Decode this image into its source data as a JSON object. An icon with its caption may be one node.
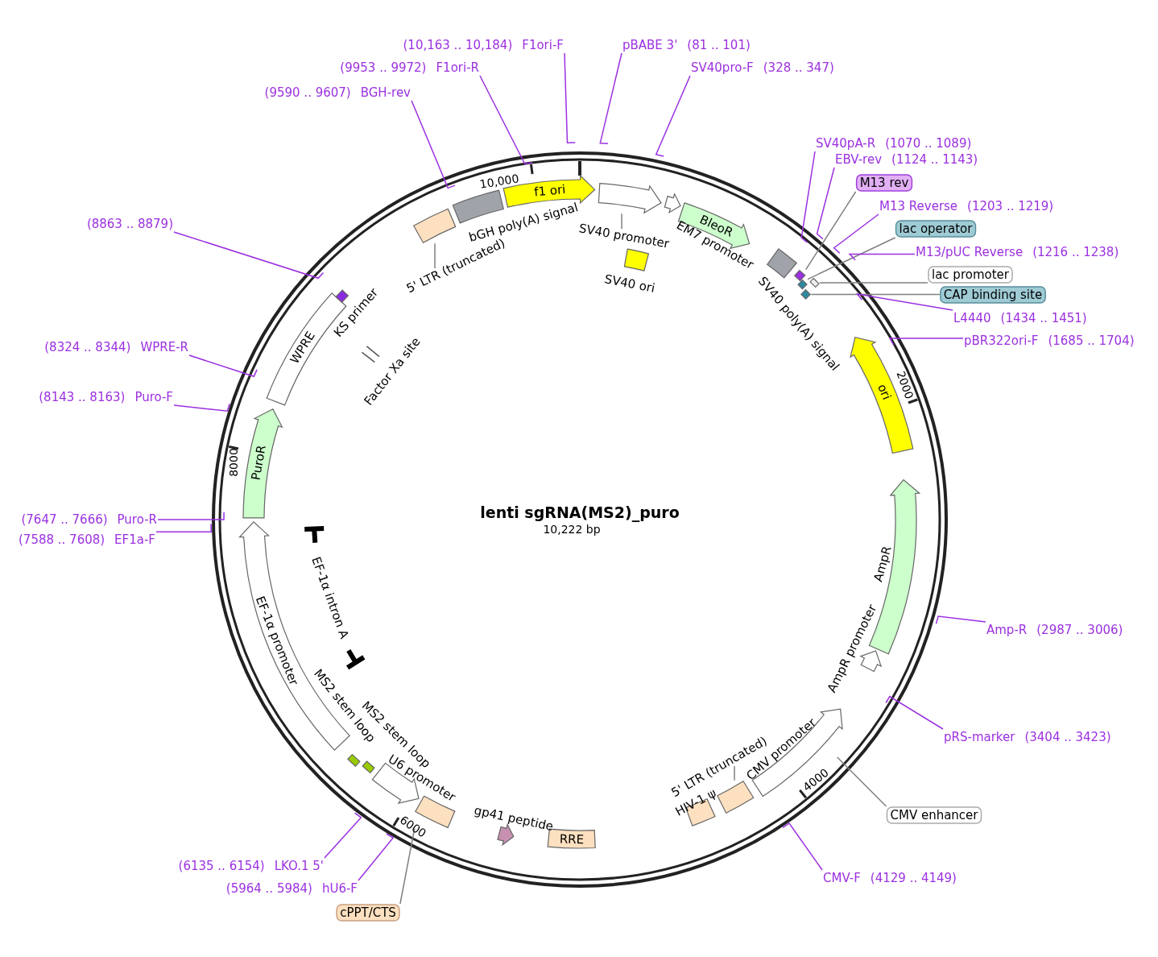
{
  "diagram": {
    "title": "lenti sgRNA(MS2)_puro",
    "nodes": [
      {
        "text": [
          "(10,163 .. 10,184)",
          "F1ori-F"
        ]
      },
      {
        "text": [
          "pBABE 3'",
          "(81 .. 101)"
        ]
      },
      {
        "text": [
          "(9953 .. 9972)",
          "F1ori-R"
        ]
      },
      {
        "text": [
          "SV40pro-F",
          "(328 .. 347)"
        ]
      },
      {
        "text": [
          "(9590 .. 9607)",
          "BGH-rev"
        ]
      },
      {
        "text": [
          "SV40pA-R",
          "(1070 .. 1089)"
        ]
      },
      {
        "text": [
          "EBV-rev",
          "(1124 .. 1143)"
        ]
      },
      {
        "text": [
          "M13 rev"
        ]
      },
      {
        "text": [
          "M13 Reverse",
          "(1203 .. 1219)"
        ]
      },
      {
        "text": [
          "(8863 .. 8879)"
        ]
      },
      {
        "text": [
          "lac operator"
        ]
      },
      {
        "text": [
          "M13/pUC Reverse",
          "(1216 .. 1238)"
        ]
      },
      {
        "text": [
          "lac promoter"
        ]
      },
      {
        "text": [
          "CAP binding site"
        ]
      },
      {
        "text": [
          "L4440",
          "(1434 .. 1451)"
        ]
      },
      {
        "text": [
          "pBR322ori-F",
          "(1685 .. 1704)"
        ]
      },
      {
        "text": [
          "(8324 .. 8344)",
          "WPRE-R"
        ]
      },
      {
        "text": [
          "(8143 .. 8163)",
          "Puro-F"
        ]
      },
      {
        "text": [
          "(7647 .. 7666)",
          "Puro-R"
        ]
      },
      {
        "text": [
          "(7588 .. 7608)",
          "EF1a-F"
        ]
      },
      {
        "text": [
          "Amp-R",
          "(2987 .. 3006)"
        ]
      },
      {
        "text": [
          "pRS-marker",
          "(3404 .. 3423)"
        ]
      },
      {
        "text": [
          "CMV enhancer"
        ]
      },
      {
        "text": [
          "(6135 .. 6154)",
          "LKO.1 5'"
        ]
      },
      {
        "text": [
          "CMV-F",
          "(4129 .. 4149)"
        ]
      },
      {
        "text": [
          "(5964 .. 5984)",
          "hU6-F"
        ]
      },
      {
        "text": [
          "cPPT/CTS"
        ]
      },
      {
        "text": [
          "5' LTR (truncated)"
        ]
      },
      {
        "text": [],
        "shape": "box"
      },
      {
        "text": [],
        "shape": "box",
        "beside": [
          "bGH poly(A) signal"
        ]
      },
      {
        "text": [
          "f1 ori"
        ]
      },
      {
        "text": [
          "SV40 promoter"
        ]
      },
      {
        "text": [],
        "shape": "arrow"
      },
      {
        "text": [],
        "shape": "arrow"
      },
      {
        "text": [
          "BleoR"
        ]
      },
      {
        "text": [],
        "shape": "box",
        "beside": [
          "SV40 ori"
        ]
      },
      {
        "text": [],
        "shape": "box",
        "beside": [
          "SV40 poly(A) signal"
        ]
      },
      {
        "text": [
          "ori"
        ]
      },
      {
        "text": [],
        "shape": "arrow",
        "beside": [
          "AmpR"
        ]
      },
      {
        "text": [],
        "shape": "arrow",
        "beside": [
          "AmpR promoter"
        ]
      },
      {
        "text": [],
        "shape": "arrow",
        "beside": [
          "CMV promoter"
        ]
      },
      {
        "text": [
          "5' LTR (truncated)"
        ]
      },
      {
        "text": [],
        "shape": "box"
      },
      {
        "text": [],
        "shape": "box",
        "beside": [
          "HIV-1 ψ"
        ]
      },
      {
        "text": [
          "RRE"
        ]
      },
      {
        "text": [],
        "shape": "arrow",
        "beside": [
          "gp41 peptide"
        ]
      },
      {
        "text": [],
        "shape": "box"
      },
      {
        "text": [],
        "shape": "arrow",
        "beside": [
          "U6 promoter"
        ]
      },
      {
        "text": [],
        "shape": "bar",
        "beside": [
          "MS2 stem loop"
        ]
      },
      {
        "text": [],
        "shape": "bar"
      },
      {
        "text": [
          "EF-1α promoter"
        ]
      },
      {
        "text": [
          "EF-1α intron A"
        ]
      },
      {
        "text": [
          "PuroR"
        ]
      },
      {
        "text": [
          "WPRE"
        ]
      },
      {
        "text": [],
        "shape": "bar",
        "beside": [
          "KS primer"
        ]
      },
      {
        "text": [],
        "shape": "bar",
        "beside": [
          "Factor Xa site"
        ]
      },
      {
        "text": [],
        "shape": "bar"
      },
      {
        "text": [],
        "shape": "bar"
      },
      {
        "text": [],
        "shape": "bar"
      },
      {
        "text": [],
        "shape": "bar"
      }
    ],
    "edges": [
      {
        "from": 0,
        "to": null,
        "arrow": "none"
      },
      {
        "from": 1,
        "to": null,
        "arrow": "none"
      },
      {
        "from": 2,
        "to": null,
        "arrow": "none"
      },
      {
        "from": 3,
        "to": null,
        "arrow": "none"
      },
      {
        "from": 4,
        "to": null,
        "arrow": "none"
      },
      {
        "from": 5,
        "to": null,
        "arrow": "none"
      },
      {
        "from": 6,
        "to": null,
        "arrow": "none"
      },
      {
        "from": 7,
        "to": 56,
        "arrow": "none",
        "color": "#808080"
      },
      {
        "from": 8,
        "to": null,
        "arrow": "none"
      },
      {
        "from": 9,
        "to": null,
        "arrow": "none"
      },
      {
        "from": 10,
        "to": 57,
        "arrow": "none",
        "color": "#808080"
      },
      {
        "from": 11,
        "to": null,
        "arrow": "none"
      },
      {
        "from": 12,
        "to": 58,
        "arrow": "none",
        "color": "#808080"
      },
      {
        "from": 13,
        "to": 59,
        "arrow": "none",
        "color": "#808080"
      },
      {
        "from": 14,
        "to": null,
        "arrow": "none"
      },
      {
        "from": 15,
        "to": null,
        "arrow": "none"
      },
      {
        "from": 16,
        "to": null,
        "arrow": "none"
      },
      {
        "from": 17,
        "to": null,
        "arrow": "none"
      },
      {
        "from": 18,
        "to": null,
        "arrow": "none"
      },
      {
        "from": 19,
        "to": null,
        "arrow": "none"
      },
      {
        "from": 20,
        "to": null,
        "arrow": "none"
      },
      {
        "from": 21,
        "to": null,
        "arrow": "none"
      },
      {
        "from": 22,
        "to": null,
        "arrow": "none",
        "color": "#808080"
      },
      {
        "from": 23,
        "to": null,
        "arrow": "none"
      },
      {
        "from": 24,
        "to": null,
        "arrow": "none"
      },
      {
        "from": 25,
        "to": null,
        "arrow": "none"
      },
      {
        "from": 26,
        "to": 46,
        "arrow": "none",
        "color": "#808080"
      },
      {
        "from": 27,
        "to": 28,
        "arrow": "none",
        "color": "#808080"
      },
      {
        "from": 31,
        "to": 32,
        "arrow": "none",
        "color": "#808080"
      },
      {
        "from": 41,
        "to": 42,
        "arrow": "none",
        "color": "#808080"
      }
    ],
    "labels": [
      "10,000",
      "EM7 promoter",
      "2000",
      "8000",
      "10,222 bp",
      "MS2 stem loop",
      "4000",
      "6000"
    ]
  }
}
